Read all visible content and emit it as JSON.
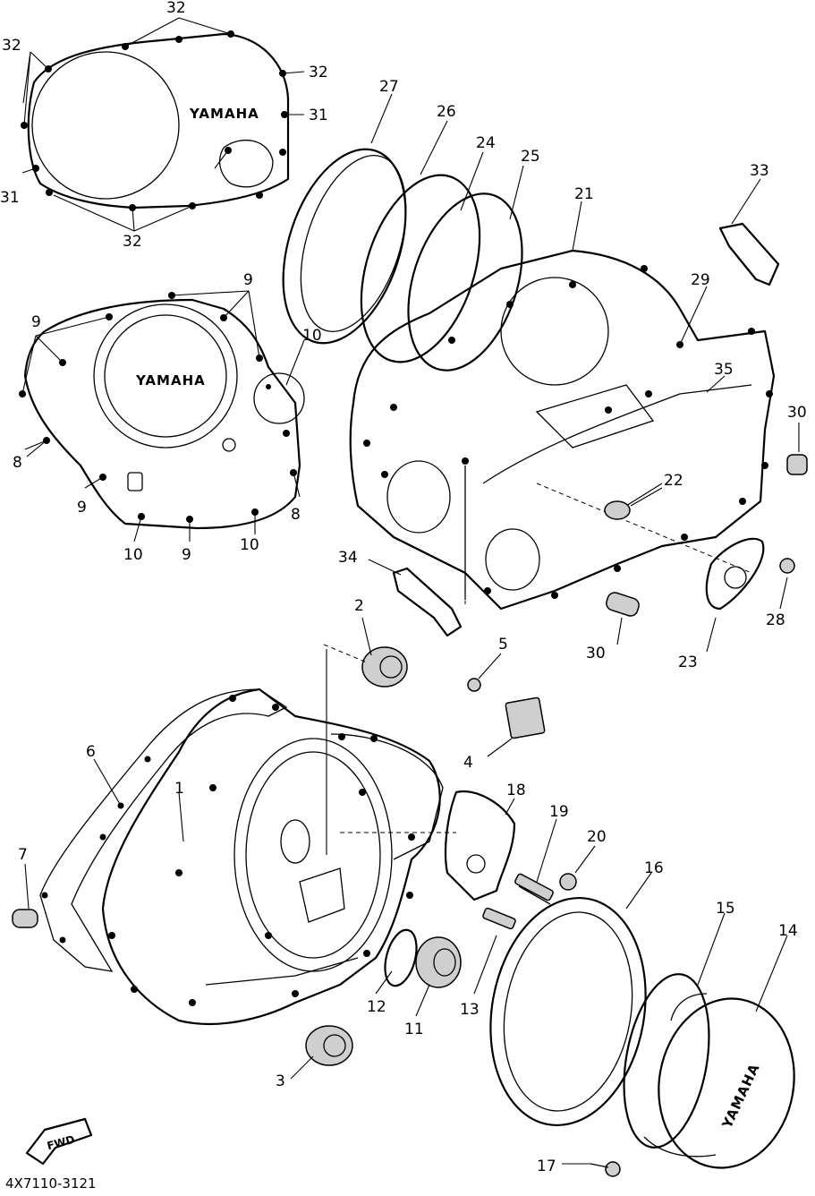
{
  "callouts": [
    "1",
    "2",
    "3",
    "4",
    "5",
    "6",
    "7",
    "8",
    "9",
    "10",
    "11",
    "12",
    "13",
    "14",
    "15",
    "16",
    "17",
    "18",
    "19",
    "20",
    "21",
    "22",
    "23",
    "24",
    "25",
    "26",
    "27",
    "28",
    "29",
    "30",
    "31",
    "32",
    "33",
    "34",
    "35"
  ],
  "labels": {
    "n32a": "32",
    "n32b": "32",
    "n32c": "32",
    "n32d": "32",
    "n31a": "31",
    "n31b": "31",
    "n27": "27",
    "n26": "26",
    "n24": "24",
    "n25": "25",
    "n21": "21",
    "n33": "33",
    "n29": "29",
    "n35": "35",
    "n30a": "30",
    "n30b": "30",
    "n22": "22",
    "n23": "23",
    "n28": "28",
    "n34": "34",
    "n9a": "9",
    "n9b": "9",
    "n9c": "9",
    "n9d": "9",
    "n10a": "10",
    "n10b": "10",
    "n10c": "10",
    "n8a": "8",
    "n8b": "8",
    "n2": "2",
    "n5": "5",
    "n4": "4",
    "n6": "6",
    "n1": "1",
    "n7": "7",
    "n18": "18",
    "n19": "19",
    "n20": "20",
    "n16": "16",
    "n15": "15",
    "n14": "14",
    "n12": "12",
    "n11": "11",
    "n13": "13",
    "n3": "3",
    "n17": "17"
  },
  "logos": {
    "cover_top": "YAMAHA",
    "cover_mid": "YAMAHA",
    "cover_right": "YAMAHA"
  },
  "fwd_label": "FWD",
  "ref_code": "4X7110-3121"
}
